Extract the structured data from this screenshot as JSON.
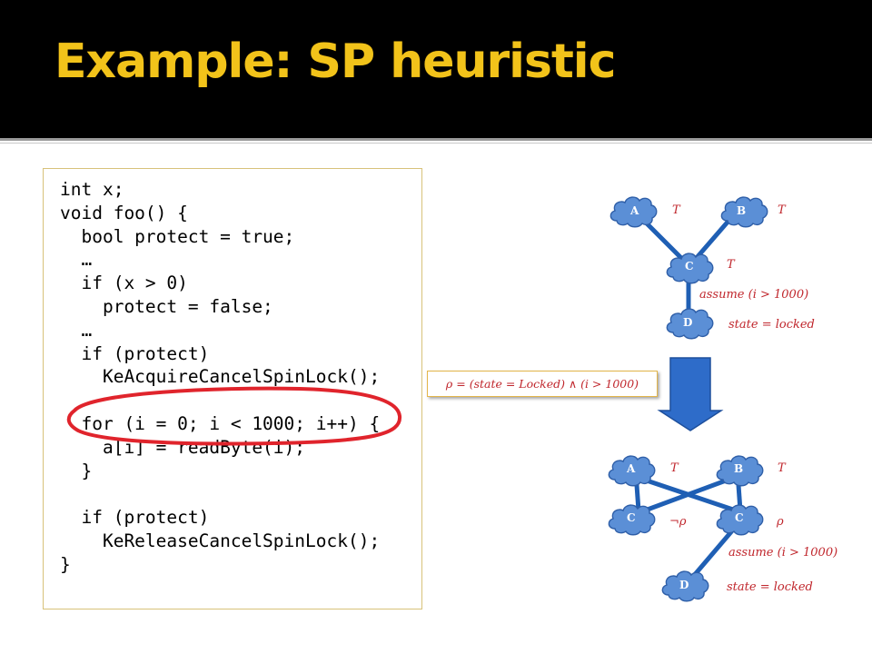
{
  "slide": {
    "title": "Example: SP heuristic"
  },
  "code": {
    "lines": [
      "int x;",
      "void foo() {",
      "  bool protect = true;",
      "  …",
      "  if (x > 0)",
      "    protect = false;",
      "  …",
      "  if (protect)",
      "    KeAcquireCancelSpinLock();",
      "",
      "  for (i = 0; i < 1000; i++) {",
      "    a[i] = readByte(i);",
      "  }",
      "",
      "  if (protect)",
      "    KeReleaseCancelSpinLock();",
      "}"
    ]
  },
  "diagram_top": {
    "node_a": "A",
    "node_b": "B",
    "node_c": "C",
    "node_d": "D",
    "label_a": "T",
    "label_b": "T",
    "label_c": "T",
    "edge_cd": "assume (i > 1000)",
    "node_d_label": "state = locked"
  },
  "predicate": {
    "text": "ρ = (state = Locked) ∧ (i > 1000)"
  },
  "diagram_bottom": {
    "node_a": "A",
    "node_b": "B",
    "node_c1": "C",
    "node_c2": "C",
    "node_d": "D",
    "label_a": "T",
    "label_b": "T",
    "label_c1": "¬ρ",
    "label_c2": "ρ",
    "edge_cd": "assume (i > 1000)",
    "node_d_label": "state = locked"
  },
  "colors": {
    "title": "#f2c31a",
    "title_bar": "#000000",
    "node_fill": "#5b8fd6",
    "edge": "#1f5fb4",
    "math_text": "#c0262c",
    "annotation_circle": "#e0242c",
    "arrow_fill": "#2e6cc9"
  }
}
